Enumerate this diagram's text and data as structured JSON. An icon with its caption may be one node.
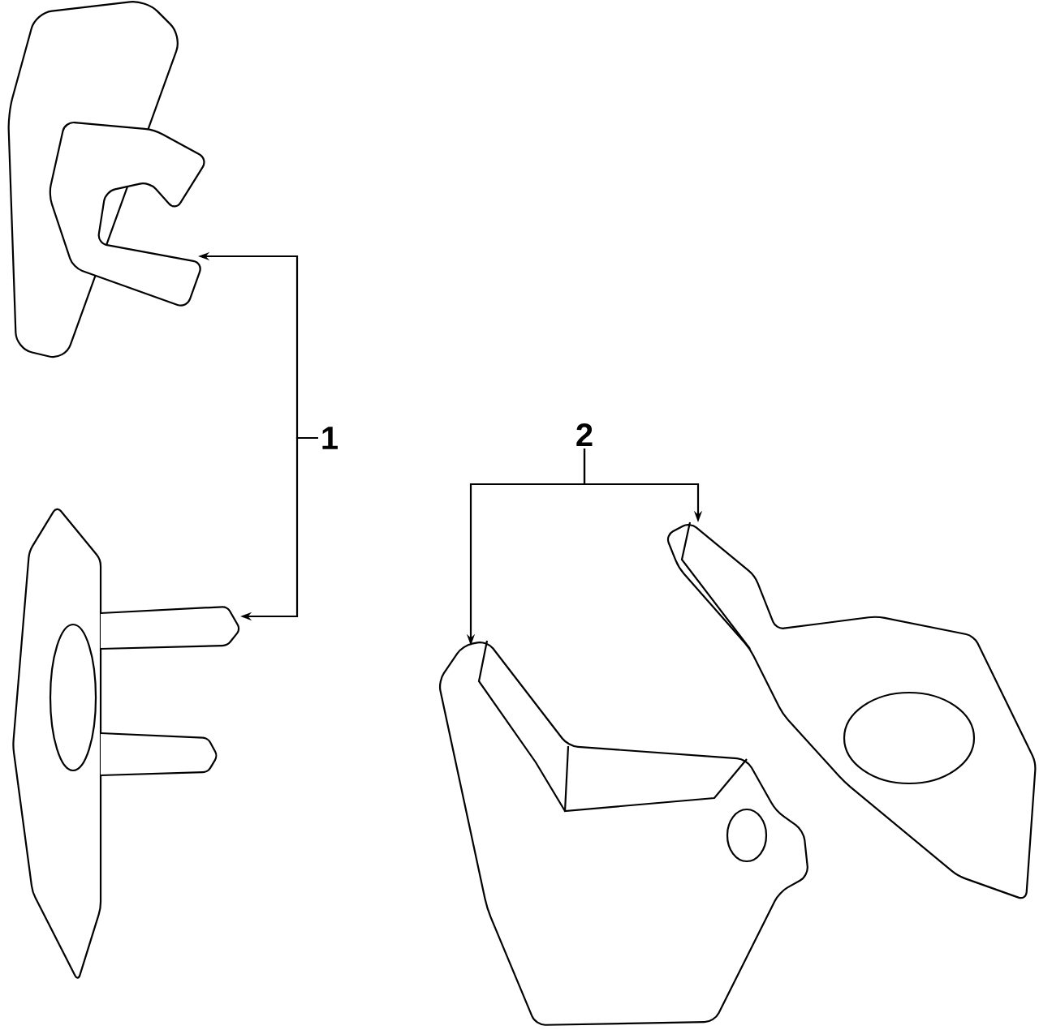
{
  "diagram": {
    "nodes": [
      {
        "text": [
          "1"
        ]
      },
      {
        "text": [
          "2"
        ]
      },
      {
        "text": [],
        "shape": "picture"
      },
      {
        "text": [],
        "shape": "picture"
      },
      {
        "text": [],
        "shape": "picture"
      },
      {
        "text": [],
        "shape": "picture"
      }
    ],
    "edges": [
      {
        "from": 0,
        "to": 2,
        "arrow": "to"
      },
      {
        "from": 0,
        "to": 3,
        "arrow": "to"
      },
      {
        "from": 1,
        "to": 4,
        "arrow": "to"
      },
      {
        "from": 1,
        "to": 5,
        "arrow": "to"
      }
    ]
  }
}
